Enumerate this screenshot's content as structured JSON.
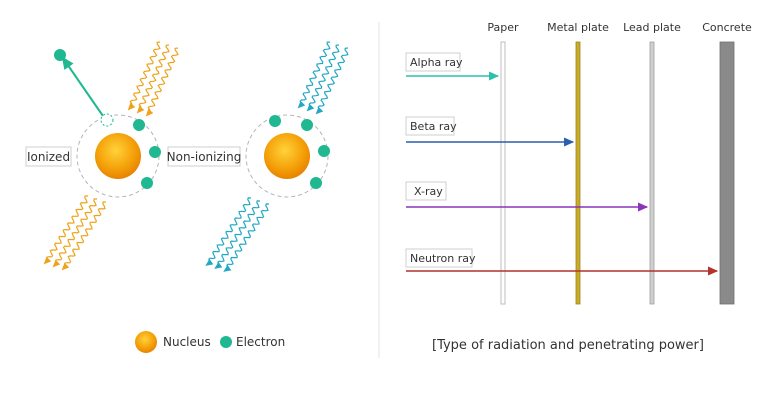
{
  "left_panel": {
    "ionized_label": "Ionized",
    "non_ionizing_label": "Non-ionizing",
    "legend": {
      "nucleus_label": "Nucleus",
      "electron_label": "Electron"
    }
  },
  "right_panel": {
    "materials": [
      {
        "label": "Paper"
      },
      {
        "label": "Metal plate"
      },
      {
        "label": "Lead plate"
      },
      {
        "label": "Concrete"
      }
    ],
    "rays": [
      {
        "label": "Alpha ray",
        "stopped_by": "Paper"
      },
      {
        "label": "Beta ray",
        "stopped_by": "Metal plate"
      },
      {
        "label": "X-ray",
        "stopped_by": "Lead plate"
      },
      {
        "label": "Neutron ray",
        "stopped_by": "Concrete"
      }
    ],
    "caption": "[Type of radiation and penetrating power]"
  },
  "colors": {
    "orange_wave": "#eea31c",
    "cyan_wave": "#22a8c4",
    "electron": "#1fb890",
    "alpha_ray": "#2fbfae",
    "beta_ray": "#2a5fb0",
    "x_ray": "#8a34b8",
    "neutron_ray": "#b4322c",
    "paper": "#ffffff",
    "metal_plate": "#c9ad2a",
    "lead_plate": "#cfcfcf",
    "concrete": "#8a8a8a"
  }
}
